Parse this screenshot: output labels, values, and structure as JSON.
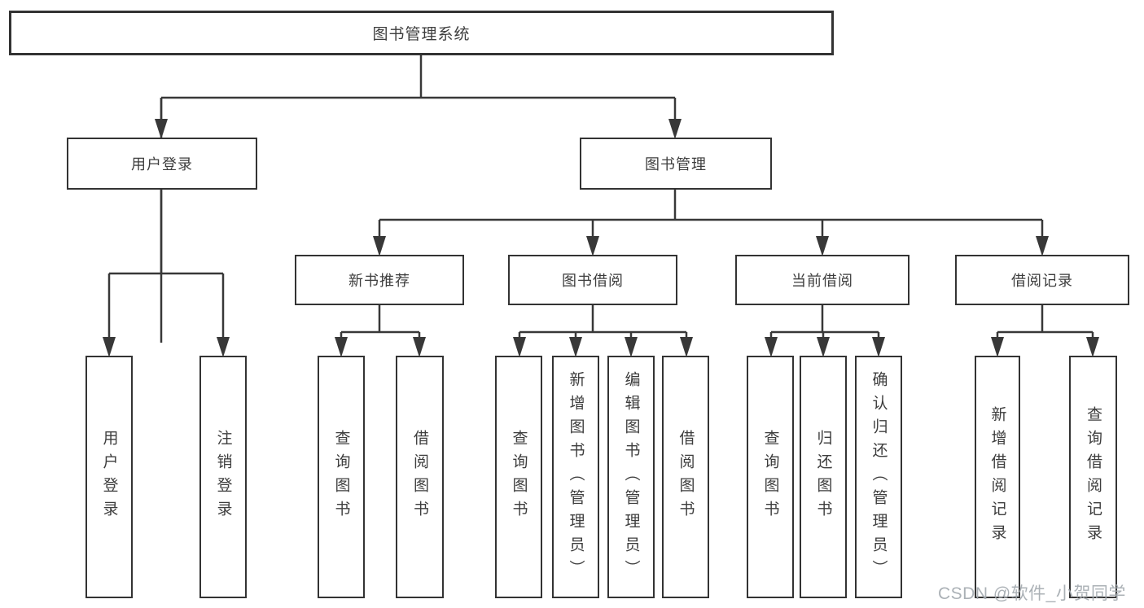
{
  "diagram": {
    "root": {
      "label": "图书管理系统"
    },
    "level2": [
      {
        "label": "用户登录"
      },
      {
        "label": "图书管理"
      }
    ],
    "level3": [
      {
        "label": "新书推荐"
      },
      {
        "label": "图书借阅"
      },
      {
        "label": "当前借阅"
      },
      {
        "label": "借阅记录"
      }
    ],
    "leaves": {
      "user_login": [
        "用户登录",
        "注销登录"
      ],
      "new_book_rec": [
        "查询图书",
        "借阅图书"
      ],
      "book_borrow": [
        "查询图书",
        "新增图书（管理员）",
        "编辑图书（管理员）",
        "借阅图书"
      ],
      "current_borrow": [
        "查询图书",
        "归还图书",
        "确认归还（管理员）"
      ],
      "borrow_records": [
        "新增借阅记录",
        "查询借阅记录"
      ]
    }
  },
  "watermark": "CSDN @软件_小贺同学",
  "colors": {
    "line": "#383838",
    "box_border": "#333333",
    "text": "#3d3d3d",
    "watermark": "#a4aab0",
    "background": "#ffffff"
  }
}
